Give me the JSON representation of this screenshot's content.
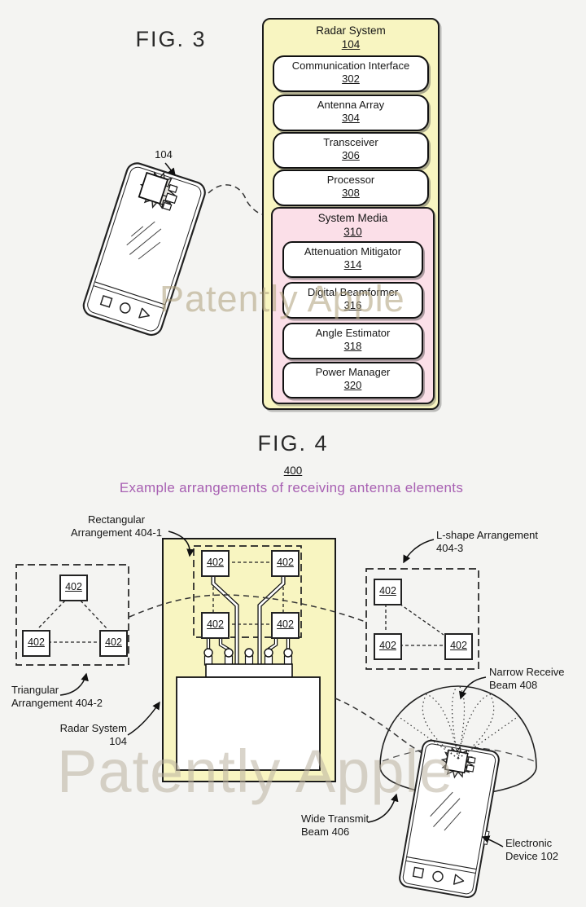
{
  "watermark": {
    "text": "Patently Apple"
  },
  "colors": {
    "yellow": "#f8f5c1",
    "pink": "#fbdfe8",
    "purple": "#a75fb2"
  },
  "fig3": {
    "title": "FIG. 3",
    "device_ref": "104",
    "radar": {
      "name": "Radar System",
      "num": "104"
    },
    "components": [
      {
        "name": "Communication Interface",
        "num": "302"
      },
      {
        "name": "Antenna Array",
        "num": "304"
      },
      {
        "name": "Transceiver",
        "num": "306"
      },
      {
        "name": "Processor",
        "num": "308"
      }
    ],
    "media": {
      "name": "System Media",
      "num": "310"
    },
    "media_items": [
      {
        "name": "Attenuation Mitigator",
        "num": "314"
      },
      {
        "name": "Digital Beamformer",
        "num": "316"
      },
      {
        "name": "Angle Estimator",
        "num": "318"
      },
      {
        "name": "Power Manager",
        "num": "320"
      }
    ]
  },
  "fig4": {
    "title": "FIG. 4",
    "num": "400",
    "subtitle": "Example arrangements of receiving antenna elements",
    "element_num": "402",
    "labels": {
      "rectangular": {
        "line1": "Rectangular",
        "line2": "Arrangement 404-1"
      },
      "lshape": {
        "line1": "L-shape Arrangement",
        "line2": "404-3"
      },
      "triangular": {
        "line1": "Triangular",
        "line2": "Arrangement 404-2"
      },
      "radar": {
        "line1": "Radar System",
        "line2": "104"
      },
      "narrow": {
        "line1": "Narrow Receive",
        "line2": "Beam 408"
      },
      "wide": {
        "line1": "Wide Transmit",
        "line2": "Beam 406"
      },
      "device": {
        "line1": "Electronic",
        "line2": "Device 102"
      }
    }
  }
}
